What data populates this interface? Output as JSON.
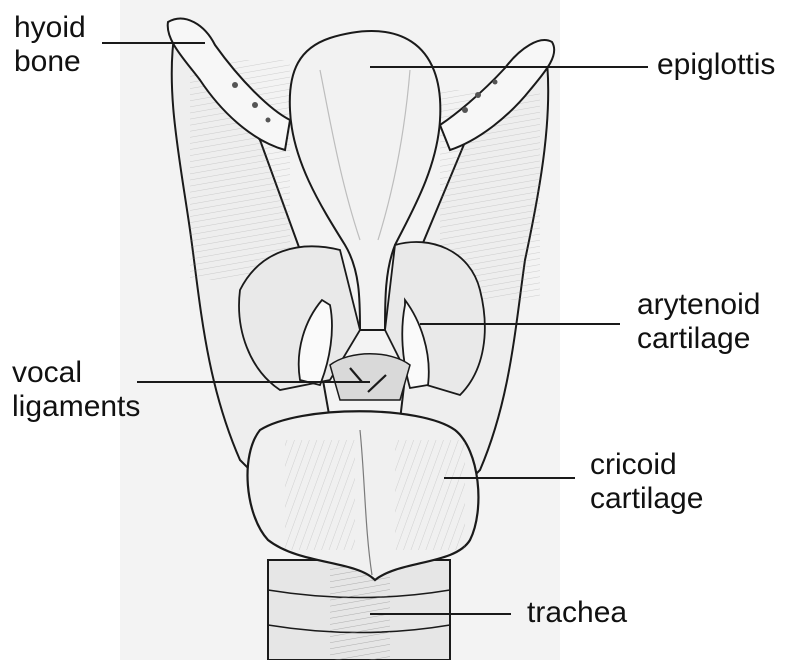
{
  "labels": {
    "hyoid_bone": [
      "hyoid",
      "bone"
    ],
    "epiglottis": [
      "epiglottis"
    ],
    "arytenoid_cartilage": [
      "arytenoid",
      "cartilage"
    ],
    "vocal_ligaments": [
      "vocal",
      "ligaments"
    ],
    "cricoid_cartilage": [
      "cricoid",
      "cartilage"
    ],
    "trachea": [
      "trachea"
    ]
  },
  "colors": {
    "ink": "#1a1a1a",
    "shade": "#d9d9d9",
    "background": "#ffffff"
  }
}
